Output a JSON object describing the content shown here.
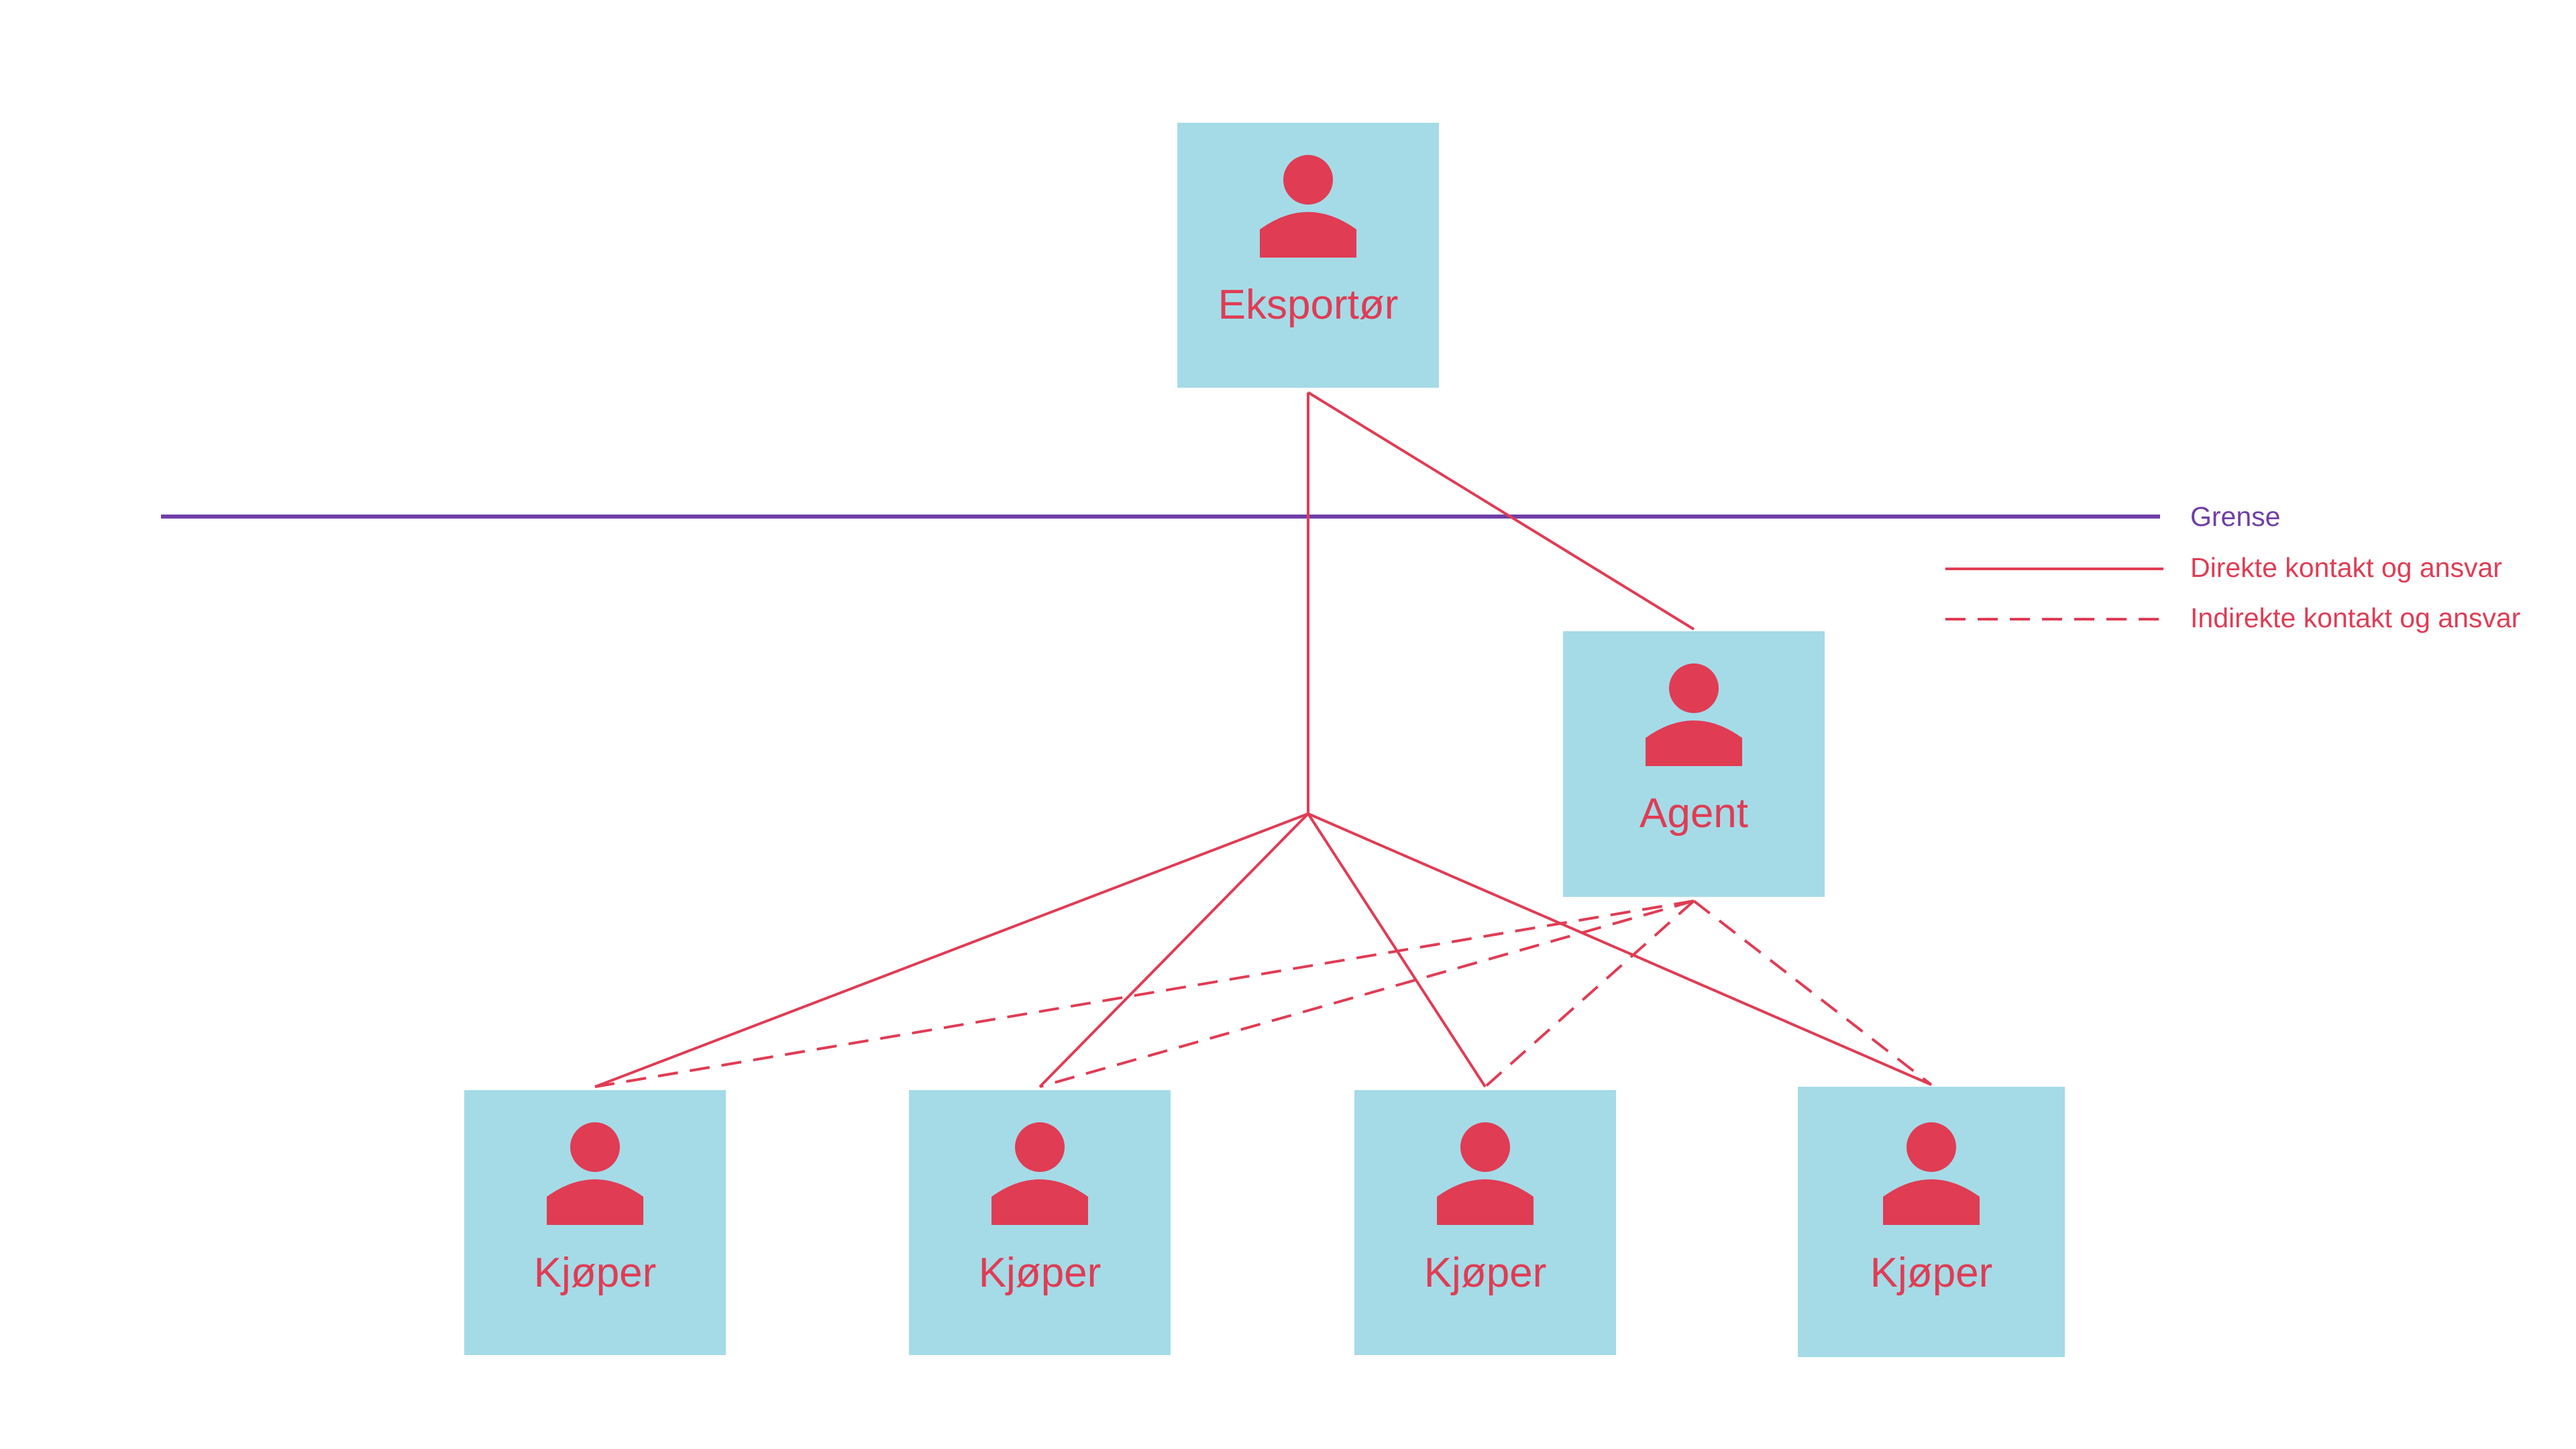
{
  "colors": {
    "box_fill": "#a4dbe7",
    "accent": "#e03c54",
    "boundary": "#6f3fa8",
    "background": "#ffffff"
  },
  "nodes": {
    "exporter": {
      "label": "Eksportør",
      "icon": "person-icon"
    },
    "agent": {
      "label": "Agent",
      "icon": "person-icon"
    },
    "buyers": [
      {
        "label": "Kjøper",
        "icon": "person-icon"
      },
      {
        "label": "Kjøper",
        "icon": "person-icon"
      },
      {
        "label": "Kjøper",
        "icon": "person-icon"
      },
      {
        "label": "Kjøper",
        "icon": "person-icon"
      }
    ]
  },
  "legend": {
    "boundary_label": "Grense",
    "direct_label": "Direkte kontakt og ansvar",
    "indirect_label": "Indirekte kontakt og ansvar"
  },
  "connections": {
    "direct": [
      [
        "exporter",
        "junction"
      ],
      [
        "exporter",
        "agent"
      ],
      [
        "junction",
        "buyer-1"
      ],
      [
        "junction",
        "buyer-2"
      ],
      [
        "junction",
        "buyer-3"
      ],
      [
        "junction",
        "buyer-4"
      ]
    ],
    "indirect": [
      [
        "agent",
        "buyer-1"
      ],
      [
        "agent",
        "buyer-2"
      ],
      [
        "agent",
        "buyer-3"
      ],
      [
        "agent",
        "buyer-4"
      ]
    ]
  }
}
